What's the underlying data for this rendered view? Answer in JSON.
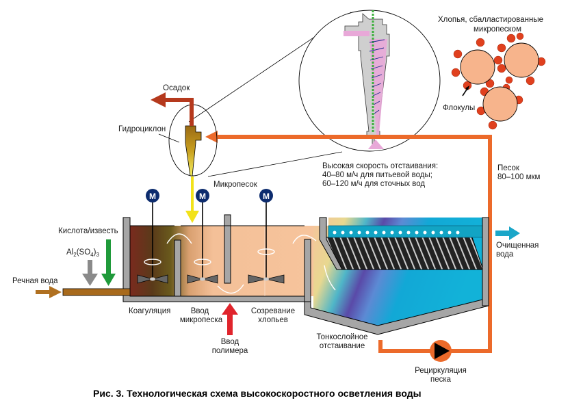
{
  "caption": "Рис. 3. Технологическая схема высокоскоростного осветления воды",
  "labels": {
    "sediment": "Осадок",
    "hydrocyclone": "Гидроциклон",
    "microsand": "Микропесок",
    "acid_lime": "Кислота/известь",
    "alum_base": "Al",
    "alum_sub1": "2",
    "alum_mid": "(SO",
    "alum_sub2": "4",
    "alum_end": ")",
    "alum_sub3": "3",
    "river_water": "Речная вода",
    "coagulation": "Коагуляция",
    "microsand_input_1": "Ввод",
    "microsand_input_2": "микропеска",
    "polymer_input_1": "Ввод",
    "polymer_input_2": "полимера",
    "floc_maturation_1": "Созревание",
    "floc_maturation_2": "хлопьев",
    "lamellar_1": "Тонкослойное",
    "lamellar_2": "отстаивание",
    "sand_recirc_1": "Рециркуляция",
    "sand_recirc_2": "песка",
    "clean_water_1": "Очищенная",
    "clean_water_2": "вода",
    "sand_1": "Песок",
    "sand_2": "80–100 мкм",
    "speed_1": "Высокая скорость отстаивания:",
    "speed_2": "40–80 м/ч для питьевой воды;",
    "speed_3": "60–120 м/ч для сточных вод",
    "flocs_title_1": "Хлопья, сбалластированные",
    "flocs_title_2": "микропеском",
    "floccules": "Флокулы",
    "motor": "M"
  },
  "colors": {
    "sediment_arrow": "#b5391d",
    "sand_line": "#ec6a2a",
    "microsand_arrow": "#f2e21a",
    "acid_arrow": "#1f9a3a",
    "alum_arrow": "#8a8a8a",
    "river_arrow": "#b07020",
    "polymer_arrow": "#e0242c",
    "clean_water": "#1aa6c8",
    "motor": "#0d2c6e",
    "wall": "#a6a6a6"
  }
}
